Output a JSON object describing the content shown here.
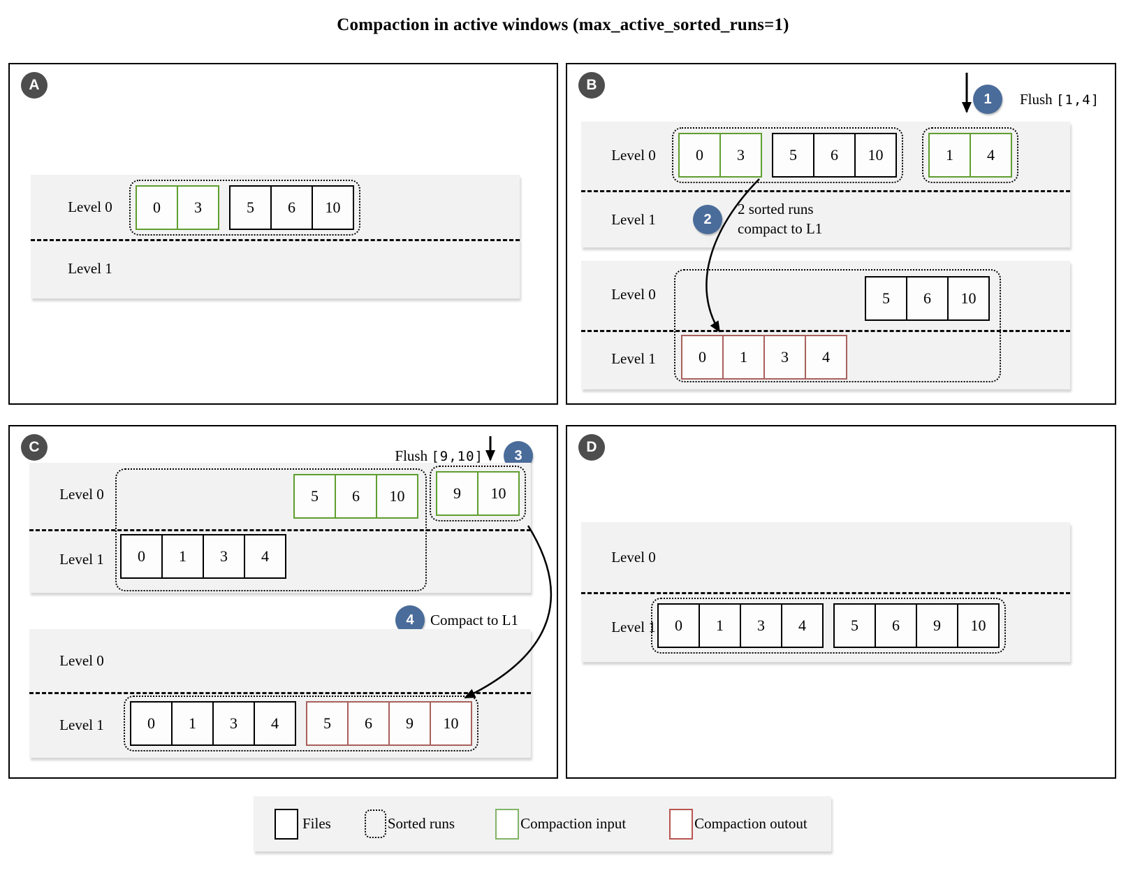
{
  "title": "Compaction in active windows (max_active_sorted_runs=1)",
  "colors": {
    "band": "#f2f2f2",
    "panel_badge": "#4d4d4d",
    "step_badge": "#4a6c9a",
    "input": "#5f9e2f",
    "output": "#a8605c",
    "legend_input": "#82b366",
    "legend_output": "#b85450"
  },
  "labels": {
    "level0": "Level 0",
    "level1": "Level 1"
  },
  "panels": {
    "a": {
      "badge": "A"
    },
    "b": {
      "badge": "B",
      "flush": {
        "step": "1",
        "label": "Flush",
        "range": "[1,4]"
      },
      "compact": {
        "step": "2",
        "line1": "2 sorted runs",
        "line2": "compact to L1"
      }
    },
    "c": {
      "badge": "C",
      "flush": {
        "step": "3",
        "label": "Flush",
        "range": "[9,10]"
      },
      "compact": {
        "step": "4",
        "label": "Compact to L1"
      }
    },
    "d": {
      "badge": "D"
    }
  },
  "boxes": {
    "a_green": [
      "0",
      "3"
    ],
    "a_black": [
      "5",
      "6",
      "10"
    ],
    "b1_green": [
      "0",
      "3"
    ],
    "b1_black": [
      "5",
      "6",
      "10"
    ],
    "b1_flushed": [
      "1",
      "4"
    ],
    "b2_black": [
      "5",
      "6",
      "10"
    ],
    "b2_red": [
      "0",
      "1",
      "3",
      "4"
    ],
    "c1_green": [
      "5",
      "6",
      "10"
    ],
    "c1_flushed": [
      "9",
      "10"
    ],
    "c1_black": [
      "0",
      "1",
      "3",
      "4"
    ],
    "c2_black": [
      "0",
      "1",
      "3",
      "4"
    ],
    "c2_red": [
      "5",
      "6",
      "9",
      "10"
    ],
    "d_black1": [
      "0",
      "1",
      "3",
      "4"
    ],
    "d_black2": [
      "5",
      "6",
      "9",
      "10"
    ]
  },
  "legend": {
    "files": "Files",
    "sorted_runs": "Sorted runs",
    "compaction_input": "Compaction input",
    "compaction_output": "Compaction outout"
  }
}
